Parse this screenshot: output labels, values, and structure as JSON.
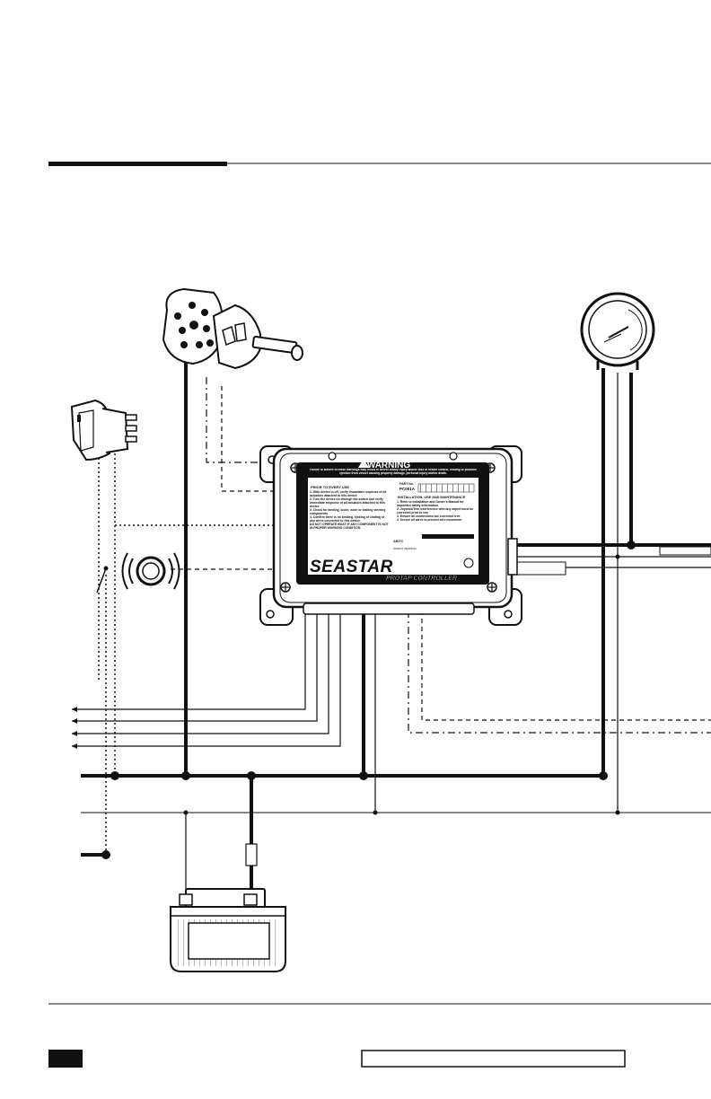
{
  "controller": {
    "warning_title": "WARNING",
    "warning_text": "Failure to adhere to these warnings may result in severe bodily injury and/or loss of vessel control, leading to possible ejection from vessel causing property damage, personal injury and/or death.",
    "prior_heading": "PRIOR TO EVERY USE",
    "prior_items": [
      "1. With device in off, verify immediate response of all actuators attached to this device",
      "2. Turn the device on through the switch and verify immediate response of all actuators attached to this device",
      "3. Check for binding, loose, worn or leaking steering components",
      "4. Confirm there is no binding, kinking or chafing of any wires connected to this device"
    ],
    "prior_footer": "DO NOT OPERATE BOAT IF ANY COMPONENT IS NOT IN PROPER WORKING CONDITION",
    "part_no_label": "PART No.",
    "part_no": "PC001A",
    "install_heading": "INSTALLATION, USE AND MAINTENANCE",
    "install_items": [
      "1. Refer to Installation and Owner's Manual for important safety information",
      "2. Joystick/Trim interference with any object must be corrected prior to use",
      "3. Ensure all connections are corrected tree",
      "4. Secure all wires to prevent wire movement"
    ],
    "brand": "SEASTAR",
    "product_name": "PROTAP CONTROLLER",
    "abyc": "ABYC",
    "patent": "PATENT PENDING"
  }
}
